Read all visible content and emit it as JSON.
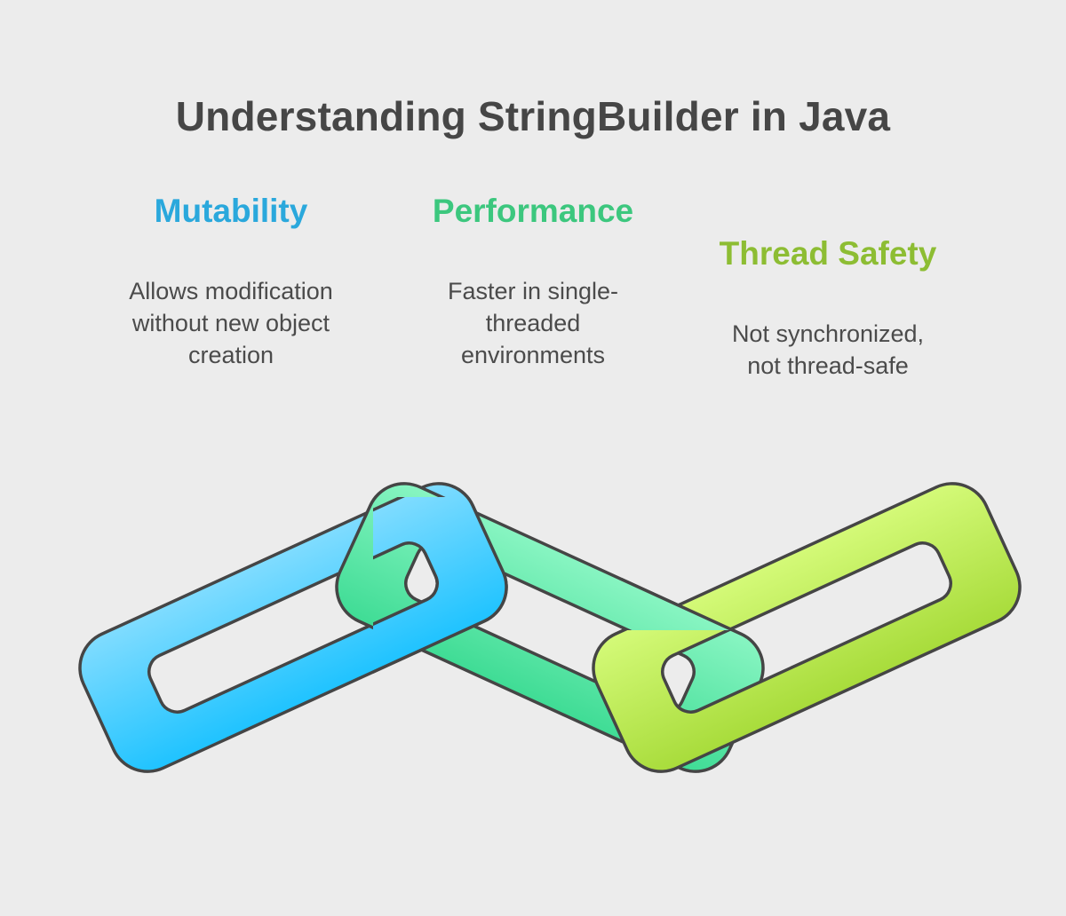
{
  "title": "Understanding StringBuilder in Java",
  "features": [
    {
      "heading": "Mutability",
      "lines": [
        "Allows modification",
        "without new object",
        "creation"
      ],
      "color": "#2aa8dc"
    },
    {
      "heading": "Performance",
      "lines": [
        "Faster in single-",
        "threaded",
        "environments"
      ],
      "color": "#3cc77e"
    },
    {
      "heading": "Thread Safety",
      "lines": [
        "Not synchronized,",
        "not thread-safe"
      ],
      "color": "#8dbd33"
    }
  ],
  "links": [
    {
      "name": "mutability-link",
      "gradient": [
        "#80dcff",
        "#1fc3ff"
      ]
    },
    {
      "name": "performance-link",
      "gradient": [
        "#88f5c2",
        "#3fdc95"
      ]
    },
    {
      "name": "thread-safety-link",
      "gradient": [
        "#d4fa78",
        "#a8dc3b"
      ]
    }
  ],
  "outline_color": "#454545"
}
